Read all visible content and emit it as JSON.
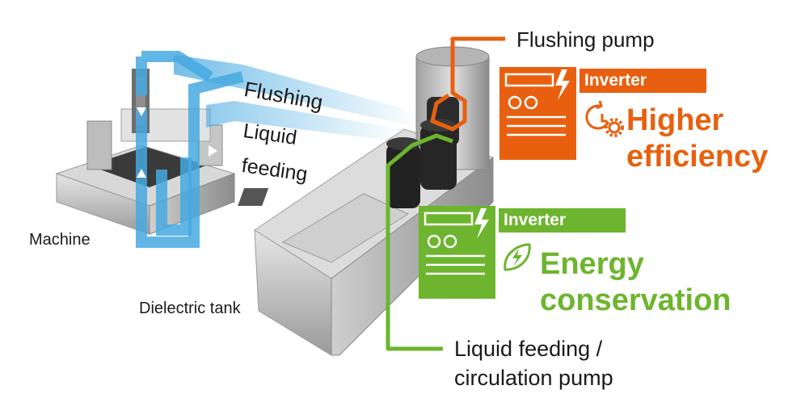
{
  "labels": {
    "machine": "Machine",
    "dielectric_tank": "Dielectric tank",
    "flushing": "Flushing",
    "liquid": "Liquid",
    "feeding": "feeding",
    "flushing_pump": "Flushing pump",
    "liquid_feeding_pump_line1": "Liquid feeding /",
    "liquid_feeding_pump_line2": "circulation pump"
  },
  "inverters": [
    {
      "tag": "Inverter",
      "benefit_line1": "Higher",
      "benefit_line2": "efficiency",
      "icon": "gear-clock-icon"
    },
    {
      "tag": "Inverter",
      "benefit_line1": "Energy",
      "benefit_line2": "conservation",
      "icon": "leaf-bolt-icon"
    }
  ],
  "colors": {
    "orange": "#E8600F",
    "green": "#6DB52E",
    "blue_flow": "#45A9E0"
  }
}
